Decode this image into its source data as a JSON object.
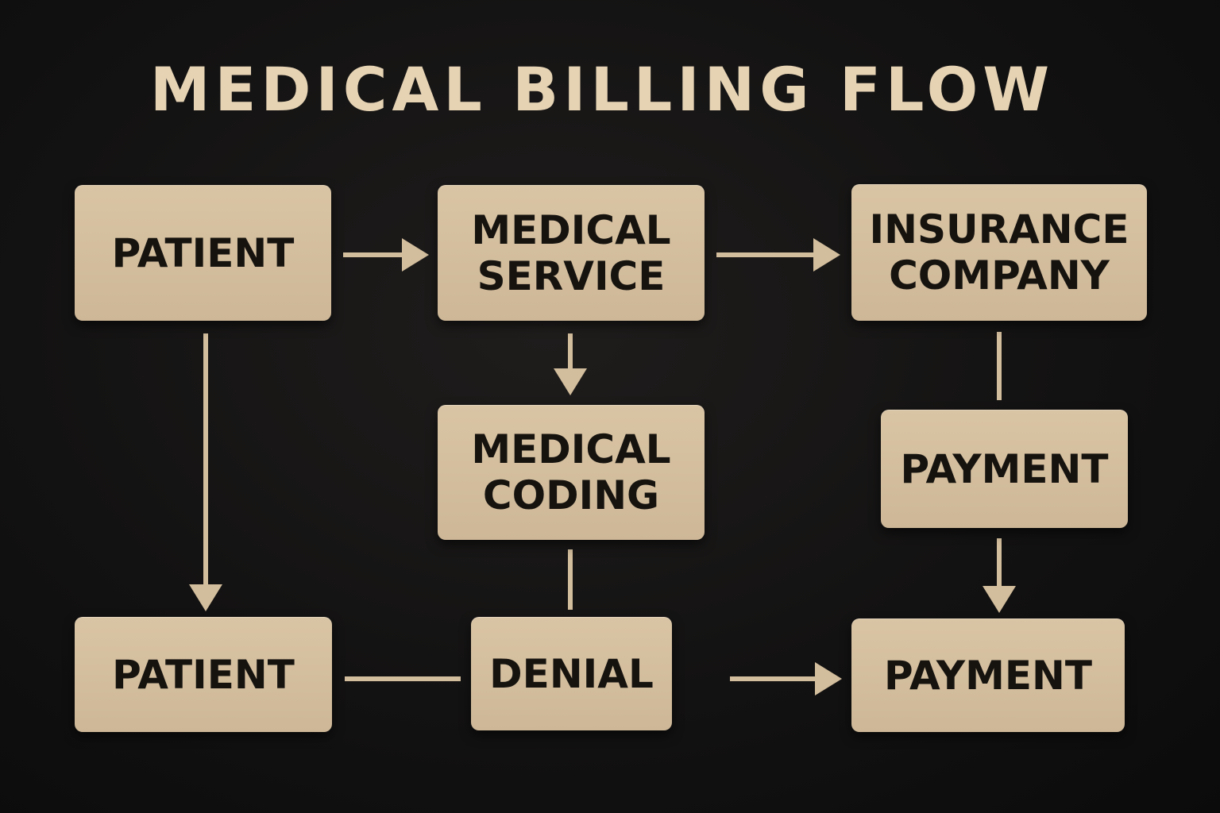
{
  "title": "MEDICAL BILLING FLOW",
  "colors": {
    "background": "#121111",
    "node_fill": "#d4bf9e",
    "node_text": "#16130f",
    "connector": "#d2bd9c",
    "title": "#e6d3b4"
  },
  "nodes": {
    "patient_top": "PATIENT",
    "medical_service": "MEDICAL\nSERVICE",
    "insurance_company": "INSURANCE\nCOMPANY",
    "medical_coding": "MEDICAL\nCODING",
    "payment_mid": "PAYMENT",
    "patient_bottom": "PATIENT",
    "denial": "DENIAL",
    "payment_bottom": "PAYMENT"
  },
  "edges": [
    {
      "from": "patient_top",
      "to": "medical_service",
      "arrow": true
    },
    {
      "from": "medical_service",
      "to": "insurance_company",
      "arrow": true
    },
    {
      "from": "medical_service",
      "to": "medical_coding",
      "arrow": true
    },
    {
      "from": "patient_top",
      "to": "patient_bottom",
      "arrow": true
    },
    {
      "from": "insurance_company",
      "to": "payment_mid",
      "arrow": false
    },
    {
      "from": "medical_coding",
      "to": "denial",
      "arrow": false
    },
    {
      "from": "payment_mid",
      "to": "payment_bottom",
      "arrow": true
    },
    {
      "from": "patient_bottom",
      "to": "denial",
      "arrow": false
    },
    {
      "from": "denial",
      "to": "payment_bottom",
      "arrow": true
    }
  ]
}
